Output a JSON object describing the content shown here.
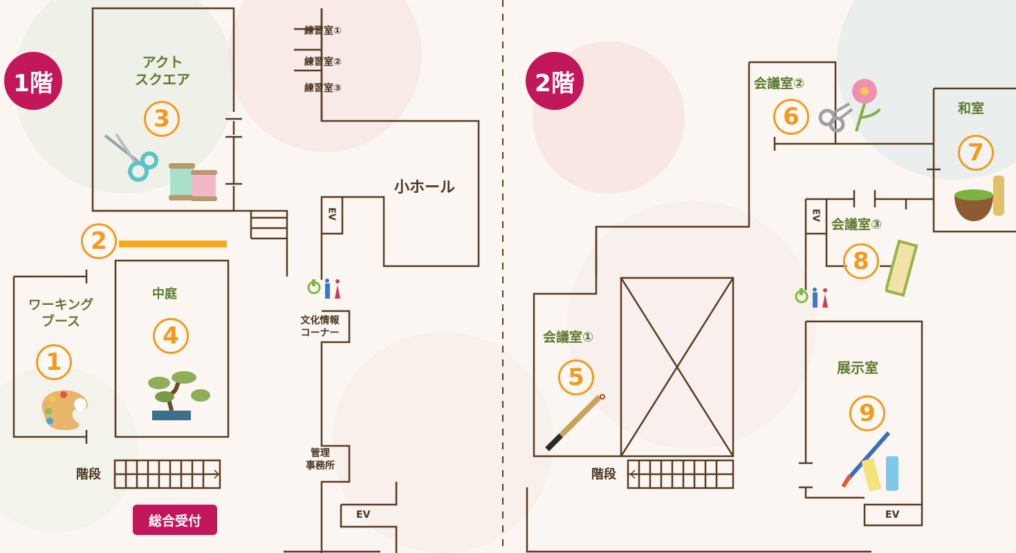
{
  "floor1": {
    "badge": "1階",
    "rooms": {
      "practice1": "練習室①",
      "practice2": "練習室②",
      "practice3": "練習室③",
      "act_square": "アクト\nスクエア",
      "small_hall": "小ホール",
      "ev_vertical": "EV",
      "courtyard": "中庭",
      "working_booth": "ワーキング\nブース",
      "culture_corner": "文化情報\nコーナー",
      "admin_office": "管理\n事務所",
      "ev_bottom": "EV",
      "stairs": "階段",
      "reception": "総合受付"
    },
    "numbers": {
      "n1": "1",
      "n2": "2",
      "n3": "3",
      "n4": "4"
    }
  },
  "floor2": {
    "badge": "2階",
    "rooms": {
      "meeting2": "会議室②",
      "japanese_room": "和室",
      "ev_vertical": "EV",
      "meeting3": "会議室③",
      "meeting1": "会議室①",
      "exhibition": "展示室",
      "stairs": "階段",
      "ev_bottom": "EV"
    },
    "numbers": {
      "n5": "5",
      "n6": "6",
      "n7": "7",
      "n8": "8",
      "n9": "9"
    }
  },
  "colors": {
    "wall": "#5a3a1e",
    "badge": "#c2185b",
    "number": "#f29a1e",
    "room_label": "#5b7a2e",
    "background": "#fbf6f1"
  },
  "icons": [
    "palette-icon",
    "scissors-icon",
    "thread-spools-icon",
    "bonsai-icon",
    "brush-icon",
    "flower-scissors-icon",
    "matcha-icon",
    "paper-icon",
    "paint-tubes-icon",
    "restroom-icon"
  ]
}
